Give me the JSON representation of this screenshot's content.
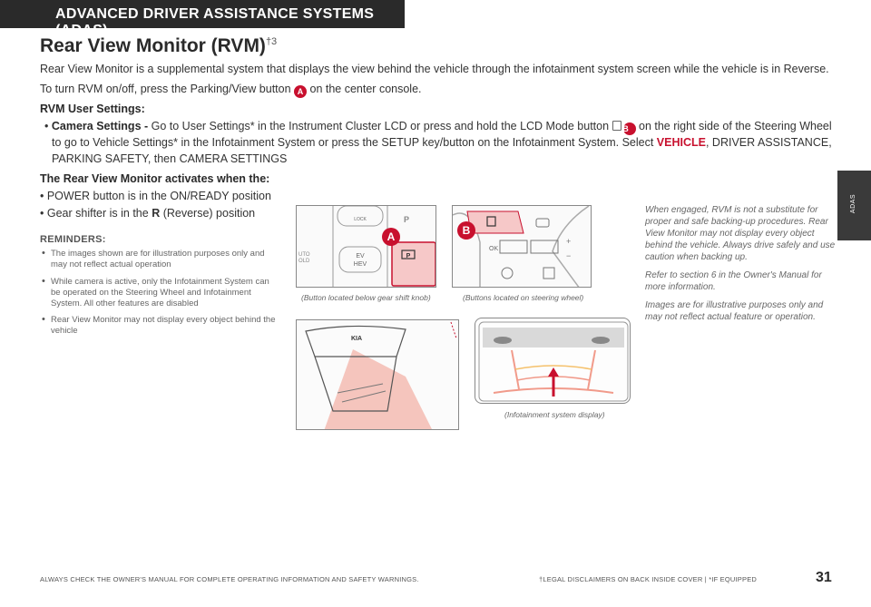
{
  "header": {
    "section_title": "ADVANCED DRIVER ASSISTANCE SYSTEMS (ADAS)"
  },
  "side_tab": {
    "label": "ADAS"
  },
  "title": {
    "text": "Rear View Monitor (RVM)",
    "superscript": "†3"
  },
  "intro": {
    "p1": "Rear View Monitor is a supplemental system that displays the view behind the vehicle through the infotainment system screen while the vehicle is in Reverse.",
    "p2_before": "To turn RVM on/off, press the Parking/View button ",
    "p2_badge": "A",
    "p2_after": " on the center console."
  },
  "rvm_settings": {
    "heading": "RVM User Settings:",
    "bullet": "•",
    "label": "Camera Settings -",
    "text_1": " Go to User Settings* in the Instrument Cluster LCD or press and hold the LCD Mode button ",
    "badge": "B",
    "text_2": " on the right side of the Steering Wheel to go to Vehicle Settings* in the Infotainment System or press the SETUP key/button on the Infotainment System. Select ",
    "highlight": "VEHICLE",
    "text_3": ", DRIVER ASSISTANCE, PARKING SAFETY, then CAMERA SETTINGS"
  },
  "activation": {
    "heading": "The Rear View Monitor activates when the:",
    "item1": "• POWER button is in the ON/READY position",
    "item2_before": "• Gear shifter is in the ",
    "item2_bold": "R",
    "item2_after": " (Reverse) position"
  },
  "reminders": {
    "heading": "REMINDERS:",
    "items": [
      "The images shown are for illustration purposes only and may not reflect actual operation",
      "While camera is active, only the Infotainment System can be operated on the Steering Wheel and Infotainment System. All other features are disabled",
      "Rear View Monitor may not display every object behind the vehicle"
    ]
  },
  "notes": [
    "When engaged, RVM is not a substitute for proper and safe backing-up procedures. Rear View Monitor may not display every object behind the vehicle. Always drive safely and use caution when backing up.",
    "Refer to section 6 in the Owner's Manual for more information.",
    "Images are for illustrative purposes only and may not reflect actual feature or operation."
  ],
  "captions": {
    "gear_knob": "(Button located below gear shift knob)",
    "steering": "(Buttons located on steering wheel)",
    "infotainment": "(Infotainment system display)"
  },
  "figure_labels": {
    "lock": "LOCK",
    "ev": "EV",
    "hev": "HEV",
    "auto": "UTO",
    "hold": "OLD",
    "ok": "OK",
    "kia": "KIA",
    "badge_a": "A",
    "badge_b": "B"
  },
  "footer": {
    "left": "ALWAYS CHECK THE OWNER'S MANUAL FOR COMPLETE OPERATING INFORMATION AND SAFETY WARNINGS.",
    "right": "†LEGAL DISCLAIMERS ON BACK INSIDE COVER   |   *IF EQUIPPED",
    "page_number": "31"
  },
  "colors": {
    "accent_red": "#c8102e",
    "header_bg": "#2a2a2a"
  }
}
